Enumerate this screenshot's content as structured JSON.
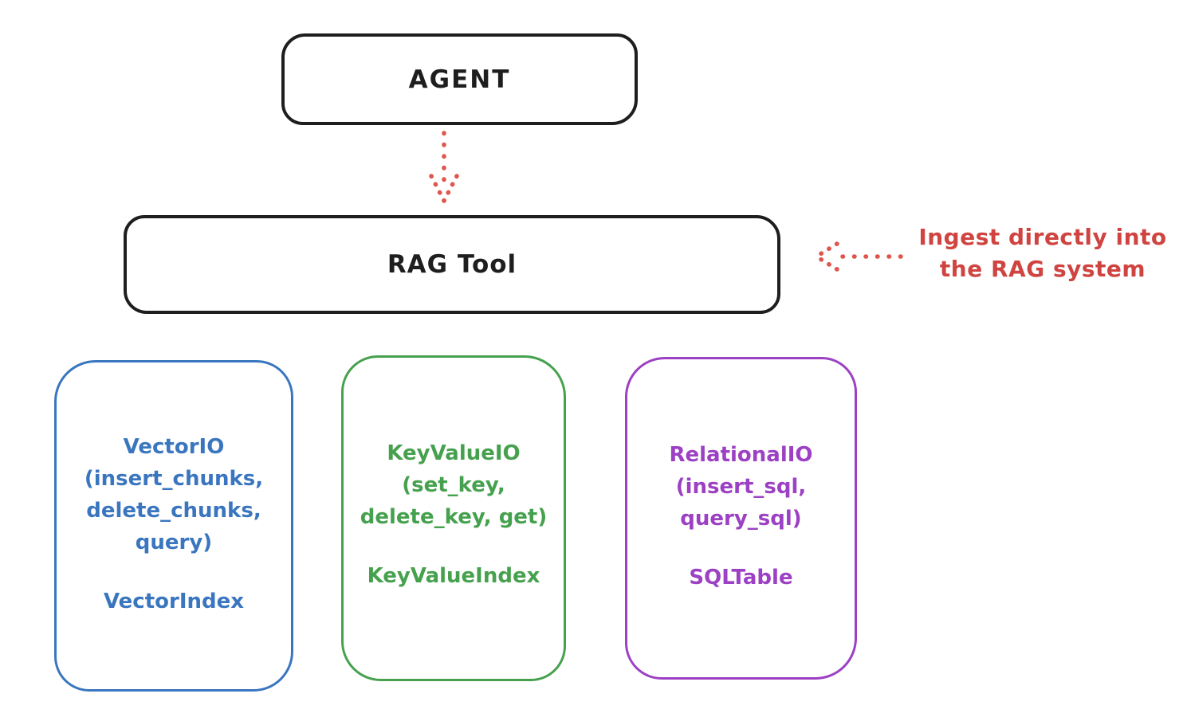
{
  "colors": {
    "ink": "#1e1e1e",
    "background": "#ffffff",
    "arrow_red": "#e0564f",
    "note_red": "#cf4440"
  },
  "nodes": {
    "agent": {
      "label": "AGENT"
    },
    "rag_tool": {
      "label": "RAG Tool"
    }
  },
  "arrows": {
    "agent_to_rag": "dotted-down-arrow",
    "ingest": "dotted-left-arrow"
  },
  "note": {
    "line1": "Ingest directly into",
    "line2": "the RAG system"
  },
  "cards": [
    {
      "name": "VectorIO",
      "accent": "#3a76bf",
      "title_lines": [
        "VectorIO",
        "(insert_chunks,",
        "delete_chunks,",
        "query)"
      ],
      "index_label": "VectorIndex"
    },
    {
      "name": "KeyValueIO",
      "accent": "#46a14e",
      "title_lines": [
        "KeyValueIO",
        "(set_key,",
        "delete_key, get)",
        ""
      ],
      "index_label": "KeyValueIndex"
    },
    {
      "name": "RelationalIO",
      "accent": "#9c40c4",
      "title_lines": [
        "RelationalIO",
        "(insert_sql,",
        "query_sql)",
        ""
      ],
      "index_label": "SQLTable"
    }
  ]
}
